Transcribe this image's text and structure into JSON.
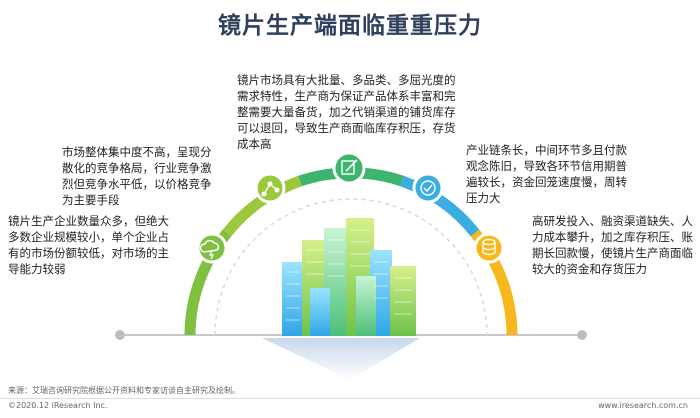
{
  "title": "镜片生产端面临重重压力",
  "points": [
    {
      "id": "p1",
      "icon": "cloud-lightning-icon",
      "color": "#7fc041",
      "text": "镜片生产企业数量众多，但绝大多数企业规模较小，单个企业占有的市场份额较低，对市场的主导能力较弱"
    },
    {
      "id": "p2",
      "icon": "network-icon",
      "color": "#9cc83c",
      "text": "市场整体集中度不高，呈现分散化的竞争格局，行业竞争激烈但竞争水平低，以价格竞争为主要手段"
    },
    {
      "id": "p3",
      "icon": "edit-icon",
      "color": "#3db46f",
      "text": "镜片市场具有大批量、多品类、多屈光度的需求特性，生产商为保证产品体系丰富和完整需要大量备货，加之代销渠道的铺货库存可以退回，导致生产商面临库存积压，存货成本高"
    },
    {
      "id": "p4",
      "icon": "checkmark-icon",
      "color": "#3aaee0",
      "text": "产业链条长，中间环节多且付款观念陈旧，导致各环节信用期普遍较长，资金回笼速度慢，周转压力大"
    },
    {
      "id": "p5",
      "icon": "database-icon",
      "color": "#f6b81c",
      "text": "高研发投入、融资渠道缺失、人力成本攀升，加之库存积压、账期长回款慢，使镜片生产商面临较大的资金和存货压力"
    }
  ],
  "footer": {
    "source": "来源：艾瑞咨询研究院根据公开资料和专家访谈自主研究及绘制。",
    "copyright": "©2020.12 iResearch Inc.",
    "website": "www.iresearch.com.cn"
  }
}
